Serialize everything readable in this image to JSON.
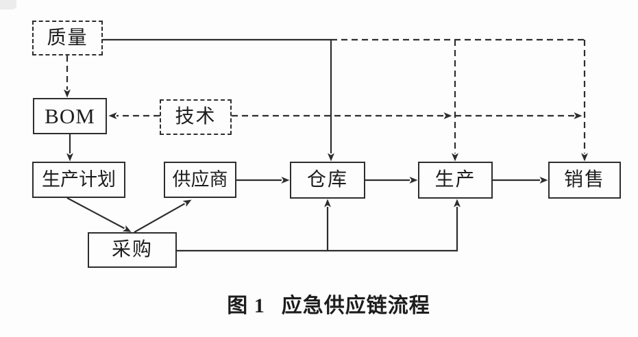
{
  "figure": {
    "type": "flowchart",
    "caption": {
      "fig_label": "图 1",
      "title": "应急供应链流程"
    },
    "nodes": {
      "quality": {
        "label": "质量",
        "border": "dashed"
      },
      "bom": {
        "label": "BOM",
        "border": "solid"
      },
      "tech": {
        "label": "技术",
        "border": "dashed"
      },
      "plan": {
        "label": "生产计划",
        "border": "solid"
      },
      "supplier": {
        "label": "供应商",
        "border": "solid"
      },
      "warehouse": {
        "label": "仓库",
        "border": "solid"
      },
      "production": {
        "label": "生产",
        "border": "solid"
      },
      "sales": {
        "label": "销售",
        "border": "solid"
      },
      "purchase": {
        "label": "采购",
        "border": "solid"
      }
    },
    "edges": [
      {
        "from": "质量",
        "to": "BOM",
        "style": "dashed-arrow"
      },
      {
        "from": "质量",
        "to": "仓库",
        "style": "solid-arrow"
      },
      {
        "from": "质量",
        "to": "生产",
        "style": "dashed-arrow"
      },
      {
        "from": "质量",
        "to": "销售",
        "style": "dashed-arrow"
      },
      {
        "from": "技术",
        "to": "BOM",
        "style": "dashed-arrow"
      },
      {
        "from": "技术",
        "to": "生产",
        "style": "dashed-arrow"
      },
      {
        "from": "技术",
        "to": "销售",
        "style": "dashed-arrow"
      },
      {
        "from": "BOM",
        "to": "生产计划",
        "style": "solid-arrow"
      },
      {
        "from": "生产计划",
        "to": "供应商",
        "style": "dashed-arrow"
      },
      {
        "from": "生产计划",
        "to": "采购",
        "style": "solid-arrow"
      },
      {
        "from": "采购",
        "to": "供应商",
        "style": "solid-arrow"
      },
      {
        "from": "采购",
        "to": "仓库",
        "style": "solid-arrow"
      },
      {
        "from": "采购",
        "to": "生产",
        "style": "solid-arrow"
      },
      {
        "from": "供应商",
        "to": "仓库",
        "style": "solid-arrow"
      },
      {
        "from": "仓库",
        "to": "生产",
        "style": "solid-arrow"
      },
      {
        "from": "生产",
        "to": "销售",
        "style": "solid-arrow"
      }
    ],
    "colors": {
      "line": "#2d2d2d",
      "text": "#1d1d1d",
      "background": "#fdfdfd"
    }
  }
}
